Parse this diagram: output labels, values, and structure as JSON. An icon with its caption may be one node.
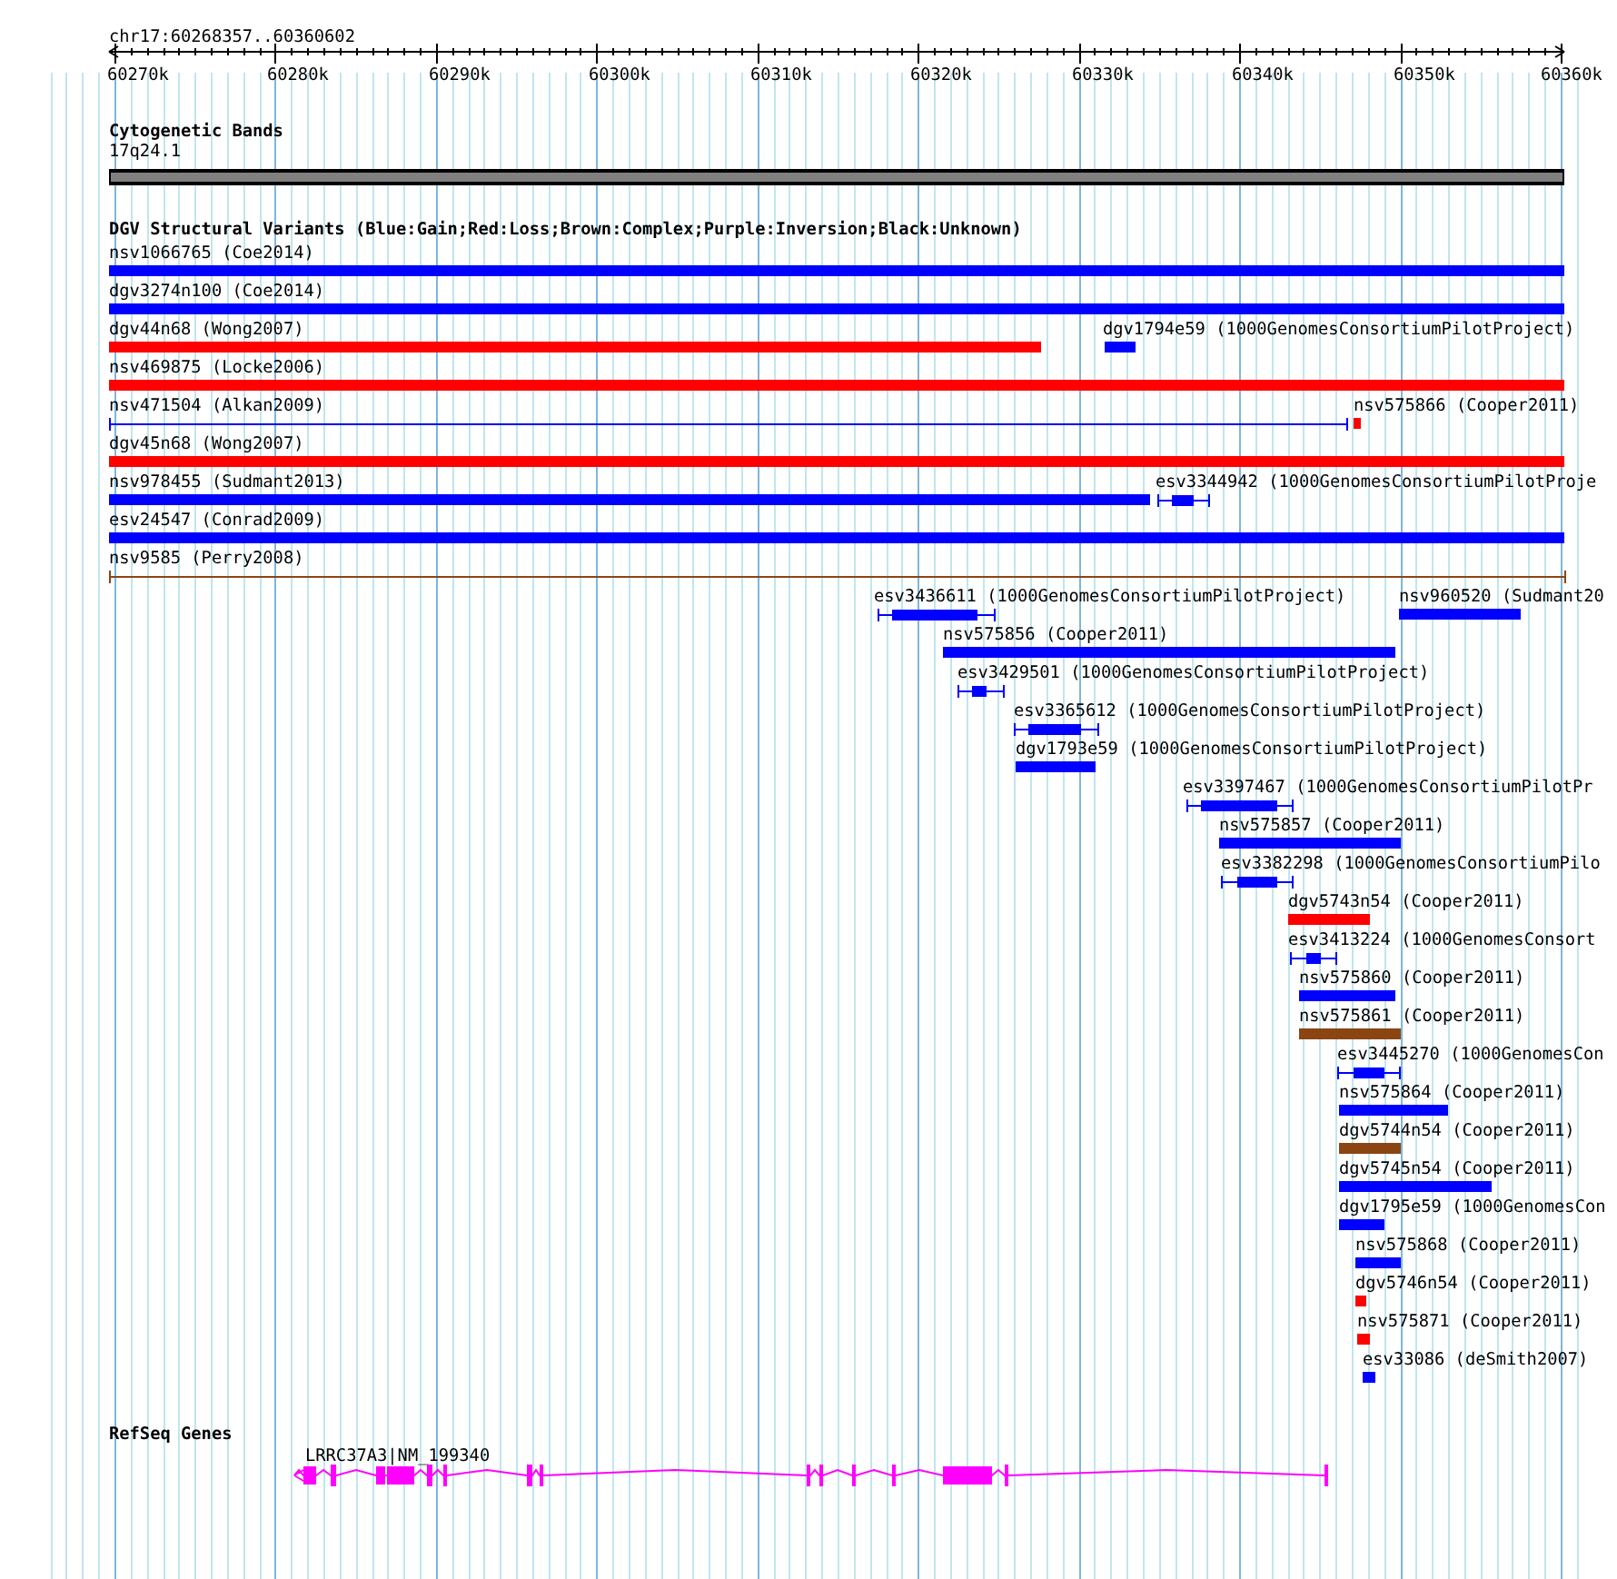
{
  "diagram": {
    "nodes": [
      {
        "text": [
          "17q24.1"
        ]
      },
      {
        "text": [
          "nsv1066765 (Coe2014)"
        ]
      },
      {
        "text": [
          "dgv3274n100 (Coe2014)"
        ]
      },
      {
        "text": [
          "dgv44n68 (Wong2007)"
        ]
      },
      {
        "text": [
          "dgv1794e59 (1000GenomesConsortiumPilotProject)"
        ]
      },
      {
        "text": [
          "nsv469875 (Locke2006)"
        ]
      },
      {
        "text": [
          "nsv471504 (Alkan2009)"
        ]
      },
      {
        "text": [
          "nsv575866 (Cooper2011)"
        ]
      },
      {
        "text": [
          "dgv45n68 (Wong2007)"
        ]
      },
      {
        "text": [
          "nsv978455 (Sudmant2013)"
        ]
      },
      {
        "text": [
          "esv3344942 (1000GenomesConsortiumPilotProje"
        ]
      },
      {
        "text": [
          "esv24547 (Conrad2009)"
        ]
      },
      {
        "text": [
          "nsv9585 (Perry2008)"
        ]
      },
      {
        "text": [
          "esv3436611 (1000GenomesConsortiumPilotProject)"
        ]
      },
      {
        "text": [
          "nsv960520 (Sudmant20"
        ]
      },
      {
        "text": [
          "nsv575856 (Cooper2011)"
        ]
      },
      {
        "text": [
          "esv3429501 (1000GenomesConsortiumPilotProject)"
        ]
      },
      {
        "text": [
          "esv3365612 (1000GenomesConsortiumPilotProject)"
        ]
      },
      {
        "text": [
          "dgv1793e59 (1000GenomesConsortiumPilotProject)"
        ]
      },
      {
        "text": [
          "esv3397467 (1000GenomesConsortiumPilotPr"
        ]
      },
      {
        "text": [
          "nsv575857 (Cooper2011)"
        ]
      },
      {
        "text": [
          "esv3382298 (1000GenomesConsortiumPilo"
        ]
      },
      {
        "text": [
          "dgv5743n54 (Cooper2011)"
        ]
      },
      {
        "text": [
          "esv3413224 (1000GenomesConsort"
        ]
      },
      {
        "text": [
          "nsv575860 (Cooper2011)"
        ]
      },
      {
        "text": [
          "nsv575861 (Cooper2011)"
        ]
      },
      {
        "text": [
          "esv3445270 (1000GenomesCon"
        ]
      },
      {
        "text": [
          "nsv575864 (Cooper2011)"
        ]
      },
      {
        "text": [
          "dgv5744n54 (Cooper2011)"
        ]
      },
      {
        "text": [
          "dgv5745n54 (Cooper2011)"
        ]
      },
      {
        "text": [
          "dgv1795e59 (1000GenomesCon"
        ]
      },
      {
        "text": [
          "nsv575868 (Cooper2011)"
        ]
      },
      {
        "text": [
          "dgv5746n54 (Cooper2011)"
        ]
      },
      {
        "text": [
          "nsv575871 (Cooper2011)"
        ]
      },
      {
        "text": [
          "esv33086 (deSmith2007)"
        ]
      },
      {
        "text": [
          "LRRC37A3|NM_199340"
        ]
      }
    ],
    "labels": [
      "chr17:60268357..60360602",
      "60270k",
      "60280k",
      "60290k",
      "60300k",
      "60310k",
      "60320k",
      "60330k",
      "60340k",
      "60350k",
      "60360k",
      "Cytogenetic Bands",
      "DGV Structural Variants (Blue:Gain;Red:Loss;Brown:Complex;Purple:Inversion;Black:Unknown)",
      "RefSeq Genes"
    ]
  }
}
